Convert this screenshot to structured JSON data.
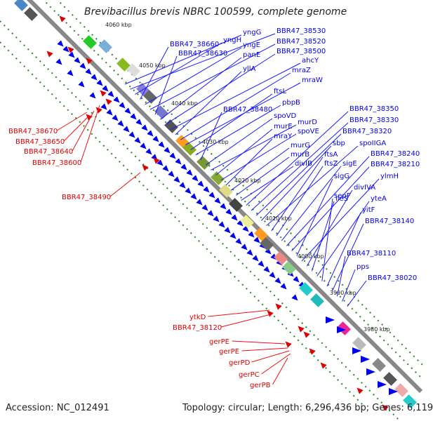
{
  "title": "Brevibacillus brevis NBRC 100599, complete genome",
  "footer": {
    "accession": "Accession: NC_012491",
    "topology": "Topology: circular",
    "length": "Length: 6,296,436 bp",
    "genes": "Genes: 6,119"
  },
  "scale_ticks": [
    "4060 kbp",
    "4050 kbp",
    "4040 kbp",
    "4030 kbp",
    "4020 kbp",
    "4010 kbp",
    "4000 kbp",
    "3990 kbp",
    "3980 kbp"
  ],
  "forward_labels": [
    "yngG",
    "BBR47_38530",
    "yngH",
    "BBR47_38660",
    "yngE",
    "BBR47_38520",
    "BBR47_38630",
    "panE",
    "BBR47_38500",
    "ahcY",
    "yllA",
    "mraZ",
    "mraW",
    "ftsL",
    "pbpB",
    "BBR47_38480",
    "spoVD",
    "murD",
    "murE",
    "spoVE",
    "mraY",
    "murG",
    "murB",
    "divIB",
    "BBR47_38350",
    "BBR47_38330",
    "BBR47_38320",
    "sbp",
    "spoIIGA",
    "ftsA",
    "ftsZ",
    "sigE",
    "BBR47_38240",
    "BBR47_38210",
    "sigG",
    "ylmH",
    "divIVA",
    "ileS",
    "yteA",
    "sepF",
    "yitF",
    "BBR47_38140",
    "BBR47_38110",
    "pps",
    "BBR47_38020"
  ],
  "reverse_labels": [
    "BBR47_38670",
    "BBR47_38650",
    "BBR47_38640",
    "BBR47_38600",
    "BBR47_38490",
    "ytkD",
    "BBR47_38120",
    "gerPE",
    "gerPE",
    "gerPD",
    "gerPC",
    "gerPB"
  ],
  "colors": {
    "forward": "#0000ee",
    "reverse": "#dd0000",
    "forward_line": "#1a1aff",
    "reverse_line": "#ee1111",
    "backbone": "#888888",
    "gc": "#228822"
  }
}
